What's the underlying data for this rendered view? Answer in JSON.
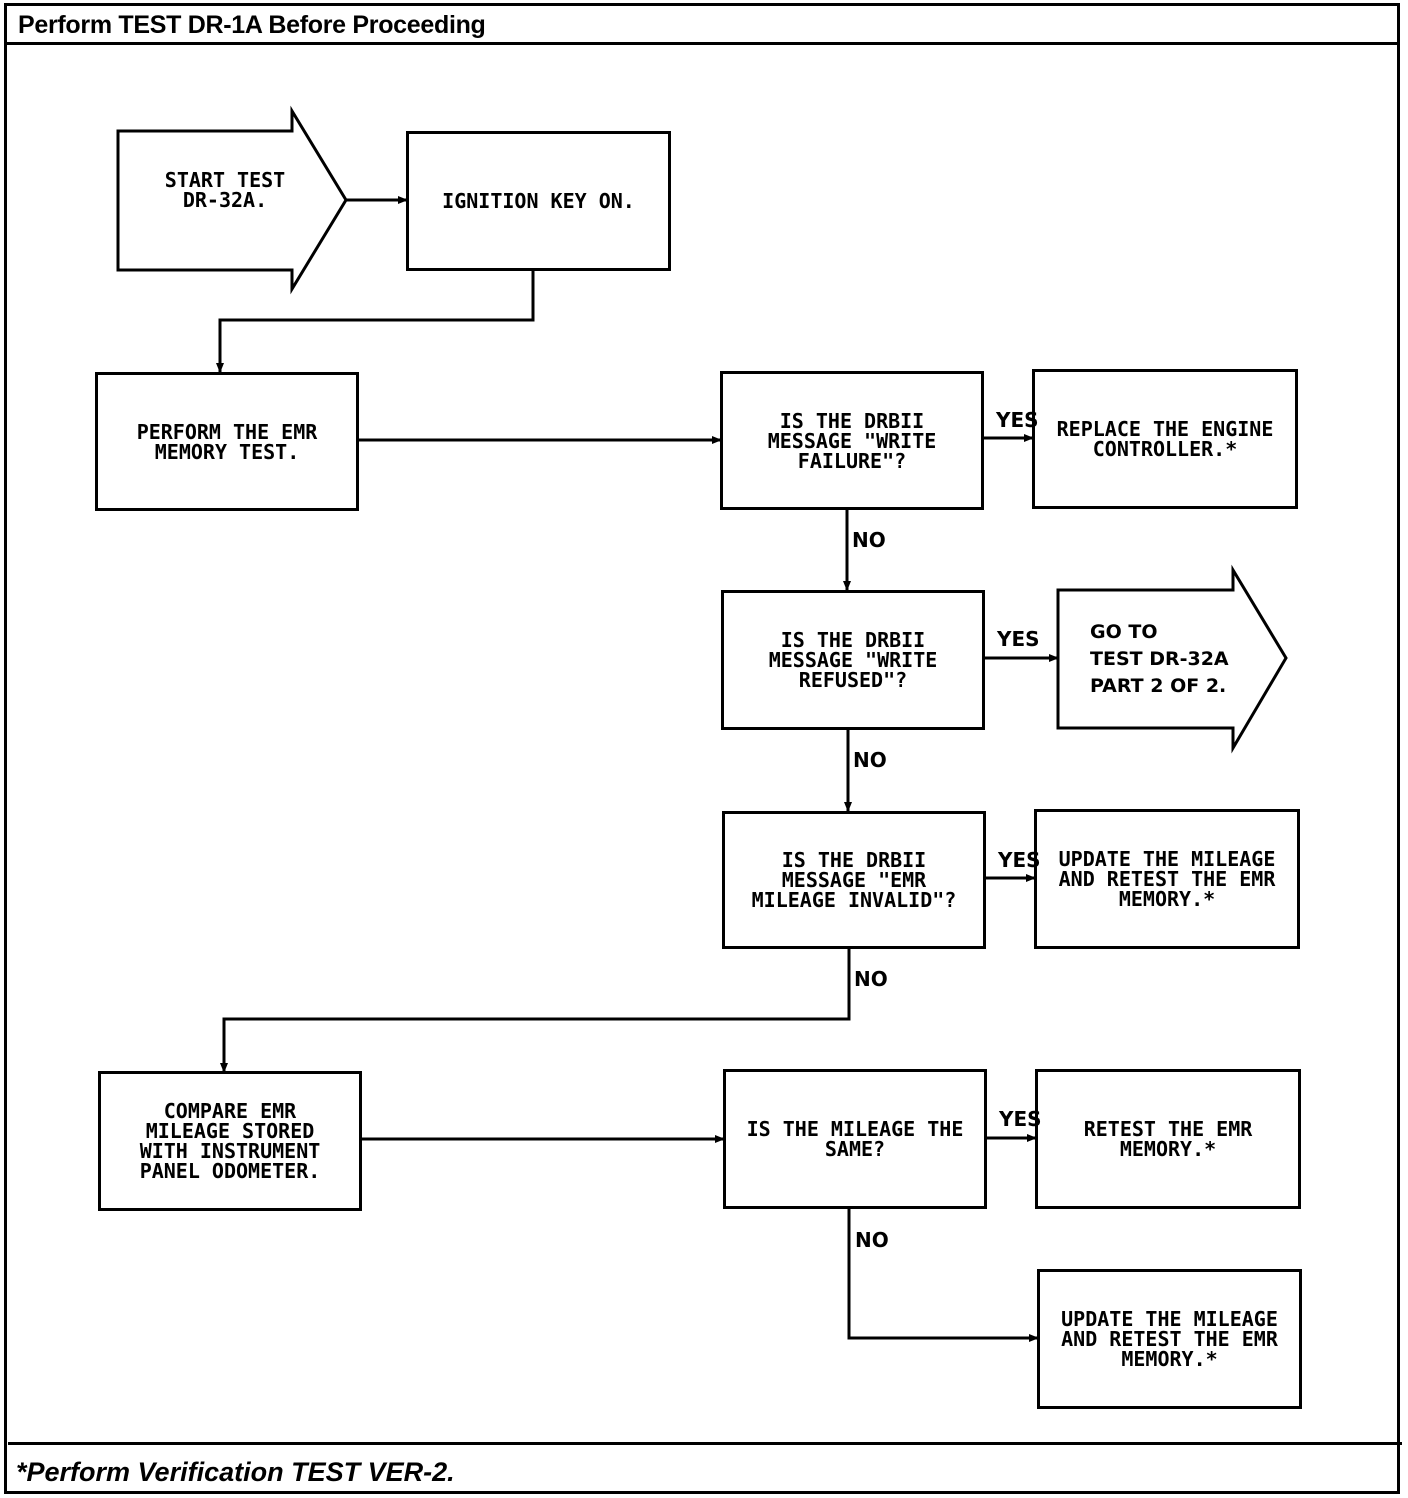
{
  "header": {
    "title": "Perform TEST DR-1A Before Proceeding"
  },
  "footer": {
    "note": "*Perform Verification TEST VER-2."
  },
  "nodes": {
    "start": "START TEST\nDR-32A.",
    "ignition": "IGNITION KEY ON.",
    "perform_emr": "PERFORM THE EMR\nMEMORY TEST.",
    "q_write_failure": "IS THE DRBII\nMESSAGE \"WRITE\nFAILURE\"?",
    "replace_controller": "REPLACE THE ENGINE\nCONTROLLER.*",
    "q_write_refused": "IS THE DRBII\nMESSAGE \"WRITE\nREFUSED\"?",
    "goto_part2": "GO TO\nTEST DR-32A\nPART 2 OF 2.",
    "q_mileage_invalid": "IS THE DRBII\nMESSAGE \"EMR\nMILEAGE INVALID\"?",
    "update_retest_1": "UPDATE THE MILEAGE\nAND RETEST THE EMR\nMEMORY.*",
    "compare_emr": "COMPARE EMR\nMILEAGE STORED\nWITH INSTRUMENT\nPANEL ODOMETER.",
    "q_mileage_same": "IS THE MILEAGE THE\nSAME?",
    "retest_emr": "RETEST THE EMR\nMEMORY.*",
    "update_retest_2": "UPDATE THE MILEAGE\nAND RETEST THE EMR\nMEMORY.*"
  },
  "labels": {
    "yes": "YES",
    "no": "NO"
  }
}
